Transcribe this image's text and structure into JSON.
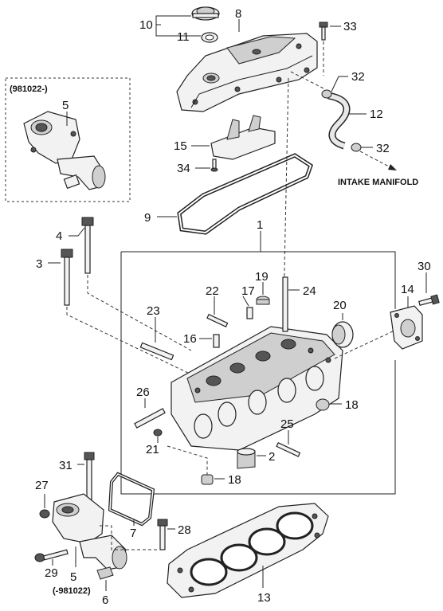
{
  "callouts": [
    {
      "id": "10",
      "text": "10"
    },
    {
      "id": "11",
      "text": "11"
    },
    {
      "id": "8",
      "text": "8"
    },
    {
      "id": "33",
      "text": "33"
    },
    {
      "id": "32a",
      "text": "32"
    },
    {
      "id": "12",
      "text": "12"
    },
    {
      "id": "32b",
      "text": "32"
    },
    {
      "id": "15",
      "text": "15"
    },
    {
      "id": "34",
      "text": "34"
    },
    {
      "id": "9",
      "text": "9"
    },
    {
      "id": "5a",
      "text": "5"
    },
    {
      "id": "1",
      "text": "1"
    },
    {
      "id": "4",
      "text": "4"
    },
    {
      "id": "3",
      "text": "3"
    },
    {
      "id": "30",
      "text": "30"
    },
    {
      "id": "19",
      "text": "19"
    },
    {
      "id": "17",
      "text": "17"
    },
    {
      "id": "24",
      "text": "24"
    },
    {
      "id": "14",
      "text": "14"
    },
    {
      "id": "22",
      "text": "22"
    },
    {
      "id": "20",
      "text": "20"
    },
    {
      "id": "23",
      "text": "23"
    },
    {
      "id": "16",
      "text": "16"
    },
    {
      "id": "26",
      "text": "26"
    },
    {
      "id": "18a",
      "text": "18"
    },
    {
      "id": "25",
      "text": "25"
    },
    {
      "id": "21",
      "text": "21"
    },
    {
      "id": "2",
      "text": "2"
    },
    {
      "id": "18b",
      "text": "18"
    },
    {
      "id": "31",
      "text": "31"
    },
    {
      "id": "27",
      "text": "27"
    },
    {
      "id": "7",
      "text": "7"
    },
    {
      "id": "28",
      "text": "28"
    },
    {
      "id": "29",
      "text": "29"
    },
    {
      "id": "5b",
      "text": "5"
    },
    {
      "id": "6",
      "text": "6"
    },
    {
      "id": "13",
      "text": "13"
    }
  ],
  "labels": {
    "intake_manifold": "INTAKE MANIFOLD",
    "variant_from": "(981022-)",
    "variant_to": "(-981022)"
  }
}
